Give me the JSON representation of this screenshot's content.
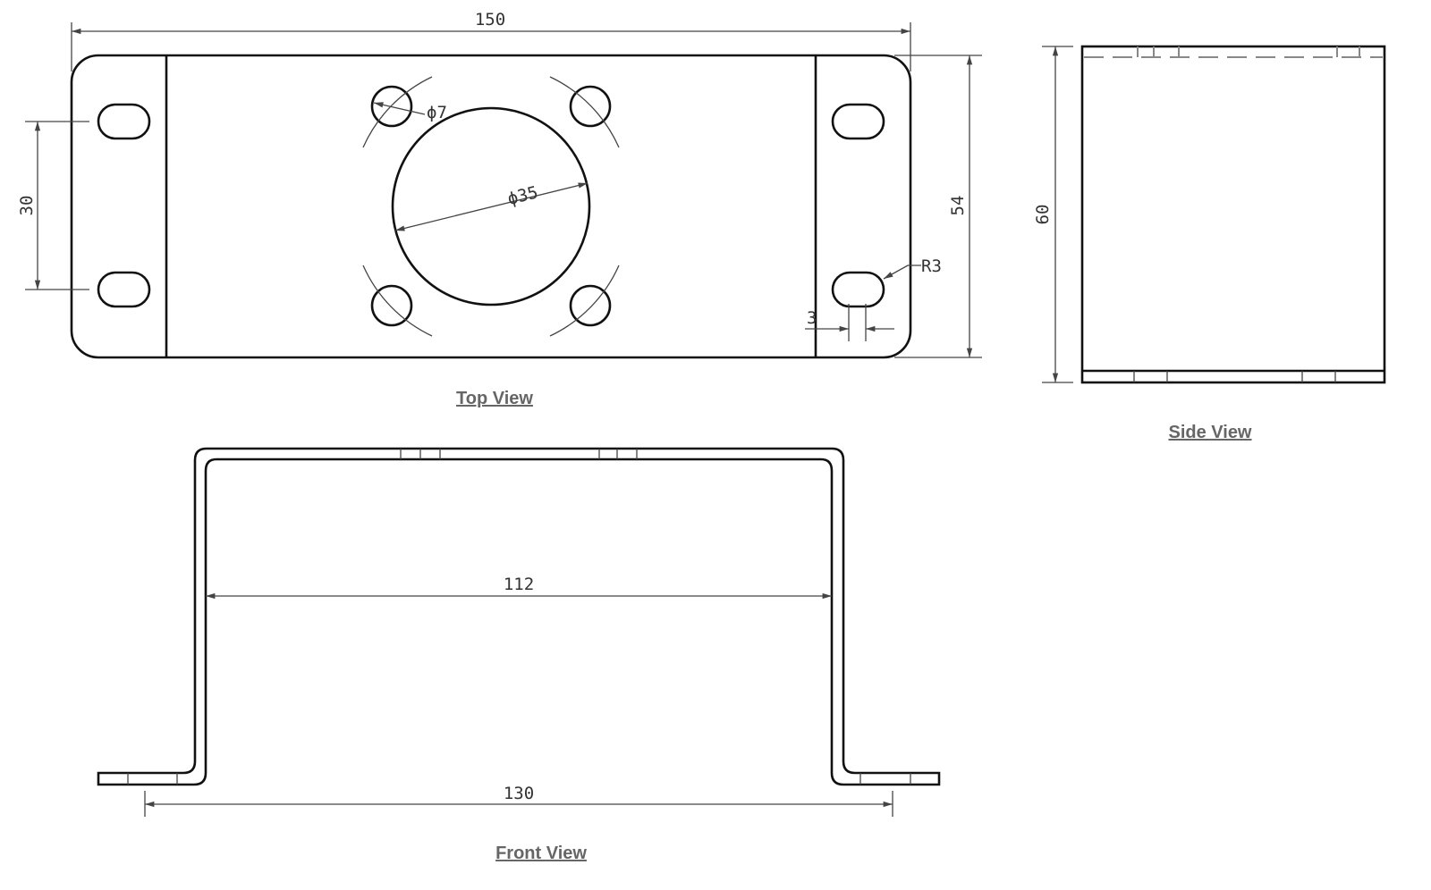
{
  "views": {
    "top": "Top View",
    "side": "Side View",
    "front": "Front View"
  },
  "dimensions": {
    "overall_length": "150",
    "slot_spacing": "30",
    "width": "54",
    "height": "60",
    "inner_width": "112",
    "flange_span": "130",
    "hole_diameter": "ϕ7",
    "center_hole_diameter": "ϕ35",
    "slot_radius": "R3",
    "slot_width": "3"
  }
}
